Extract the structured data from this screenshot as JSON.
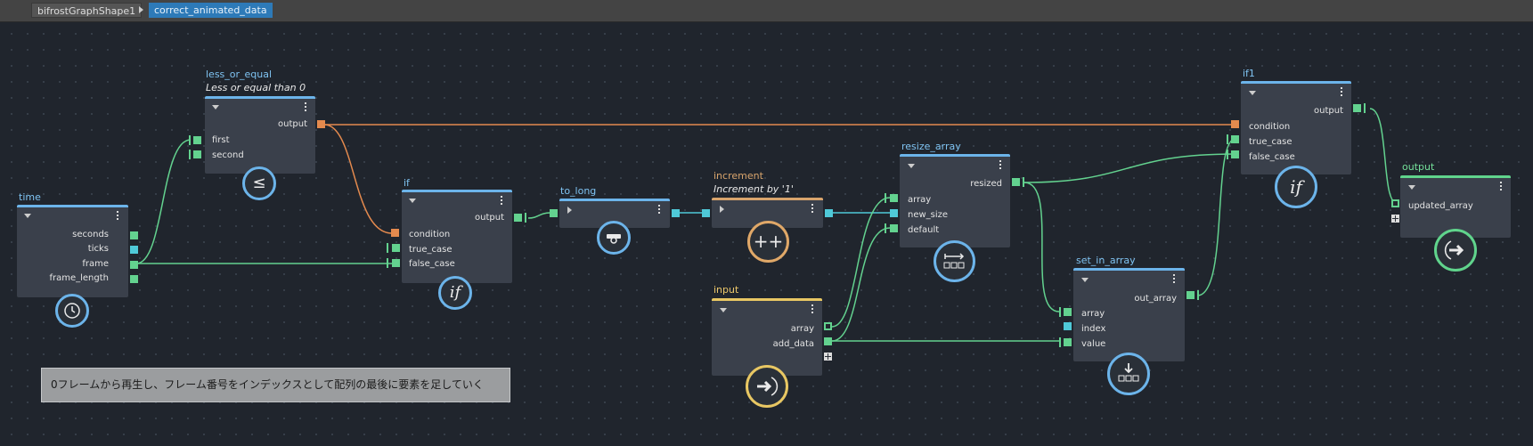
{
  "breadcrumb": {
    "root": "bifrostGraphShape1",
    "current": "correct_animated_data"
  },
  "nodes": {
    "time": {
      "title": "time",
      "outputs": [
        "seconds",
        "ticks",
        "frame",
        "frame_length"
      ],
      "icon": "clock-icon"
    },
    "less_or_equal": {
      "title": "less_or_equal",
      "subtitle": "Less or equal than 0",
      "output": "output",
      "inputs": [
        "first",
        "second"
      ],
      "glyph": "≤",
      "icon": "less-equal-icon"
    },
    "if": {
      "title": "if",
      "output": "output",
      "inputs": [
        "condition",
        "true_case",
        "false_case"
      ],
      "glyph": "if",
      "icon": "if-icon"
    },
    "to_long": {
      "title": "to_long",
      "icon": "convert-icon"
    },
    "increment": {
      "title": "increment",
      "subtitle": "Increment by '1'",
      "glyph": "++",
      "icon": "increment-icon"
    },
    "resize_array": {
      "title": "resize_array",
      "output": "resized",
      "inputs": [
        "array",
        "new_size",
        "default"
      ],
      "icon": "resize-array-icon"
    },
    "input": {
      "title": "input",
      "outputs": [
        "array",
        "add_data"
      ],
      "icon": "input-arrow-icon"
    },
    "set_in_array": {
      "title": "set_in_array",
      "output": "out_array",
      "inputs": [
        "array",
        "index",
        "value"
      ],
      "icon": "set-in-array-icon"
    },
    "if1": {
      "title": "if1",
      "output": "output",
      "inputs": [
        "condition",
        "true_case",
        "false_case"
      ],
      "glyph": "if",
      "icon": "if-icon"
    },
    "output": {
      "title": "output",
      "input": "updated_array",
      "icon": "output-arrow-icon"
    }
  },
  "comment": "0フレームから再生し、フレーム番号をインデックスとして配列の最後に要素を足していく",
  "colors": {
    "background": "#20252d",
    "node": "#3a404b",
    "accent_blue": "#6cb4ea",
    "wire_green": "#63d28f",
    "wire_orange": "#e48a4e",
    "wire_cyan": "#4fc9d8",
    "accent_yellow": "#e8c763"
  }
}
